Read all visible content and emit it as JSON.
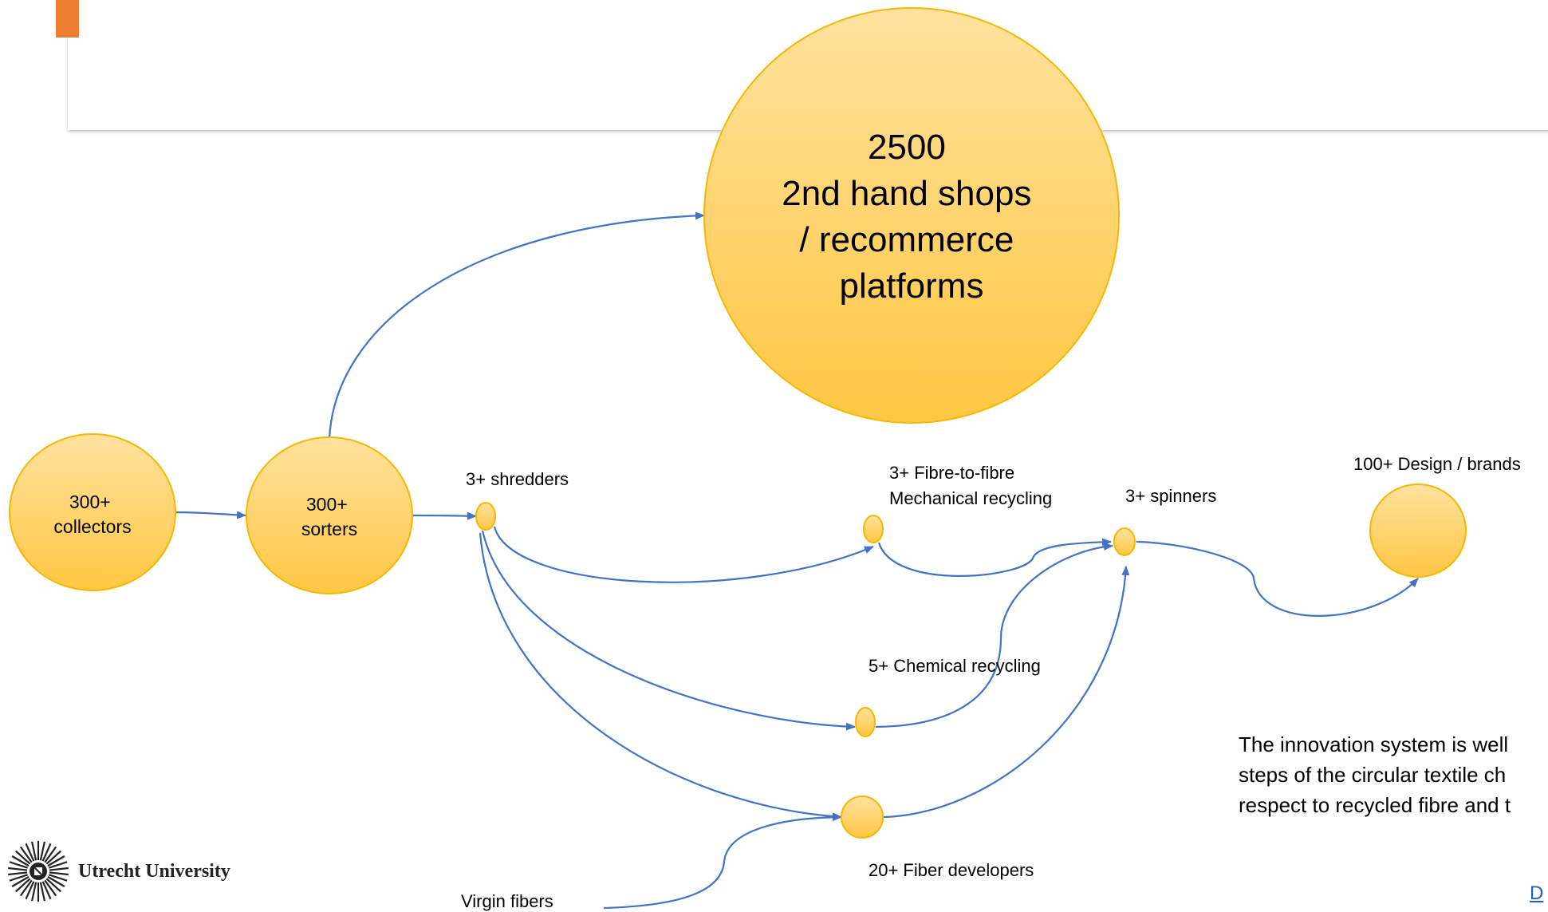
{
  "colors": {
    "accent": "#ED7D31",
    "node_fill_top": "#FFE29E",
    "node_fill_bottom": "#FFC742",
    "node_stroke": "#F5B700",
    "arrow": "#4472C4",
    "link": "#1F5FC4"
  },
  "nodes": {
    "secondhand": {
      "lines": [
        "2500",
        "2nd hand shops",
        "/ recommerce",
        "platforms"
      ]
    },
    "collectors": {
      "lines": [
        "300+",
        "collectors"
      ]
    },
    "sorters": {
      "lines": [
        "300+",
        "sorters"
      ]
    }
  },
  "labels": {
    "shredders": "3+ shredders",
    "mech_line1": "3+ Fibre-to-fibre",
    "mech_line2": "Mechanical recycling",
    "spinners": "3+ spinners",
    "brands": "100+ Design / brands",
    "chemical": "5+ Chemical recycling",
    "fiber_devs": "20+ Fiber developers",
    "virgin": "Virgin fibers"
  },
  "note_lines": [
    "The innovation system is well",
    "steps of the circular textile ch",
    "respect to recycled fibre and t"
  ],
  "logo": {
    "name": "Utrecht University",
    "icon": "utrecht-university-sun-emblem"
  },
  "link_text": "D"
}
